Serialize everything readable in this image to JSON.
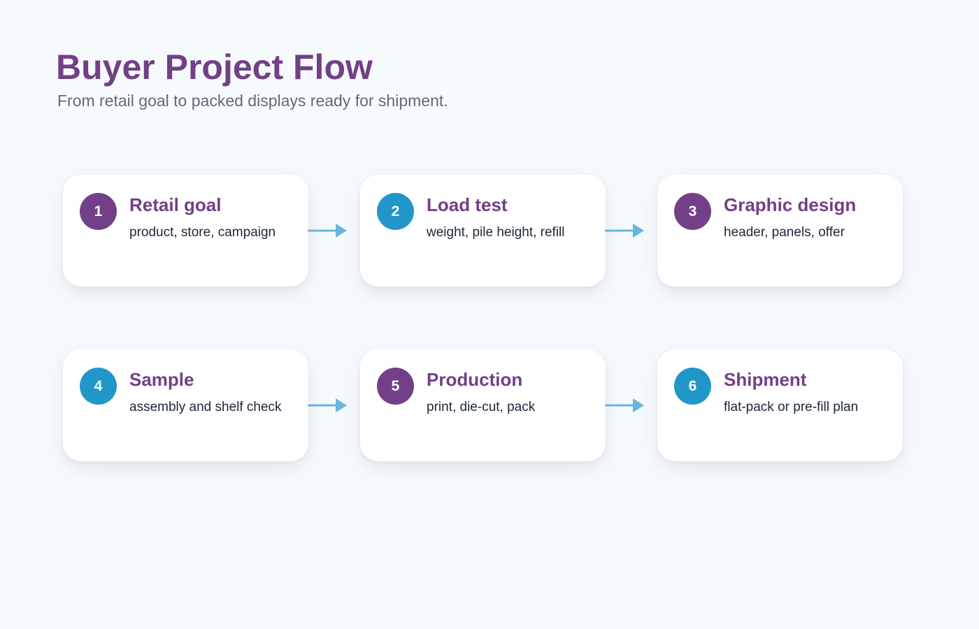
{
  "header": {
    "title": "Buyer Project Flow",
    "subtitle": "From retail goal to packed displays ready for shipment."
  },
  "colors": {
    "purple": "#733f87",
    "blue": "#2196c9",
    "arrow": "#6ab4df",
    "background": "#f7fafd"
  },
  "steps": [
    {
      "number": "1",
      "title": "Retail goal",
      "description": "product, store, campaign",
      "badge_color": "#733f87"
    },
    {
      "number": "2",
      "title": "Load test",
      "description": "weight, pile height, refill",
      "badge_color": "#2196c9"
    },
    {
      "number": "3",
      "title": "Graphic design",
      "description": "header, panels, offer",
      "badge_color": "#733f87"
    },
    {
      "number": "4",
      "title": "Sample",
      "description": "assembly and shelf check",
      "badge_color": "#2196c9"
    },
    {
      "number": "5",
      "title": "Production",
      "description": "print, die-cut, pack",
      "badge_color": "#733f87"
    },
    {
      "number": "6",
      "title": "Shipment",
      "description": "flat-pack or pre-fill plan",
      "badge_color": "#2196c9"
    }
  ]
}
